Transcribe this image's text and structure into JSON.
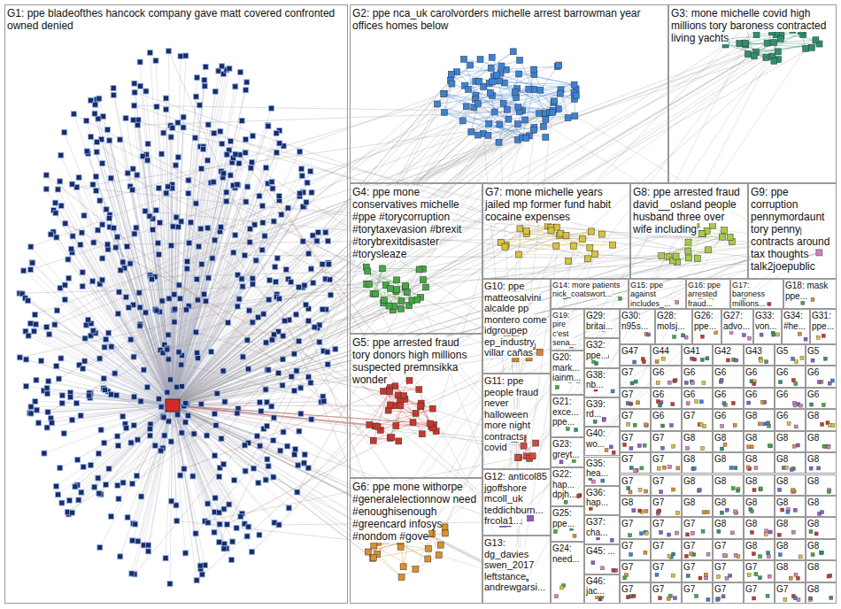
{
  "diagram": {
    "nodes": [
      {
        "text": [
          "G1: ppe bladeofthes hancock company gave matt covered confronted owned denied"
        ]
      },
      {
        "text": [
          "G2: ppe nca_uk carolvorders michelle arrest barrowman year offices homes below"
        ]
      },
      {
        "text": [
          "G3: mone michelle covid high millions tory baroness contracted living yachts"
        ]
      },
      {
        "text": [
          "G4: ppe mone conservatives michelle #ppe #torycorruption #torytaxevasion #brexit #torybrexitdisaster #torysleaze"
        ]
      },
      {
        "text": [
          "G5: ppe arrested fraud tory donors high millions suspected premnsikka wonder"
        ]
      },
      {
        "text": [
          "G6: ppe mone withorpe #generalelectionnow need #enoughisenough #greencard infosys #nondom #gove"
        ]
      },
      {
        "text": [
          "G7: mone michelle years jailed mp former fund habit cocaine expenses"
        ]
      },
      {
        "text": [
          "G8: ppe arrested fraud david__osland people husband three over wife including"
        ]
      },
      {
        "text": [
          "G9: ppe corruption pennymordaunt tory penny contracts around tax thoughts talk2joepublic"
        ]
      },
      {
        "text": [
          "G10: ppe matteosalvini alcalde pp montero come idgroupep ep_industry villar cañas"
        ]
      },
      {
        "text": [
          "G11: ppe people fraud never halloween more night contracts covid"
        ]
      },
      {
        "text": [
          "G12: anticol85 jgoffshore mcoll_uk teddichburn... frcola1..."
        ]
      },
      {
        "text": [
          "G13: dg_davies swen_2017 leftstance andrewgarsi..."
        ]
      },
      {
        "text": [
          "G14: more patients nick_coatswort..."
        ]
      },
      {
        "text": [
          "G15: ppe against includes_..."
        ]
      },
      {
        "text": [
          "G16: ppe arrested fraud..."
        ]
      },
      {
        "text": [
          "G17: baroness millions..."
        ]
      },
      {
        "text": [
          "G18: mask ppe..."
        ]
      },
      {
        "text": [
          "G19: pire c'est sena..."
        ]
      },
      {
        "text": [
          "G20: mark... iainm..."
        ]
      },
      {
        "text": [
          "G21: exce... ppe..."
        ]
      },
      {
        "text": [
          "G23: greyt..."
        ]
      },
      {
        "text": [
          "G22: hap... dpjh..."
        ]
      },
      {
        "text": [
          "G25: ppe..."
        ]
      },
      {
        "text": [
          "G24: need..."
        ]
      },
      {
        "text": [
          "G29: britai..."
        ]
      },
      {
        "text": [
          "G32: ppe..."
        ]
      },
      {
        "text": [
          "G38: nb..."
        ]
      },
      {
        "text": [
          "G39: rd..."
        ]
      },
      {
        "text": [
          "G40: wo..."
        ]
      },
      {
        "text": [
          "G35: hea..."
        ]
      },
      {
        "text": [
          "G36: hap..."
        ]
      },
      {
        "text": [
          "G37: cha..."
        ]
      },
      {
        "text": [
          "G45: ..."
        ]
      },
      {
        "text": [
          "G46: jac..."
        ]
      },
      {
        "text": [
          "G30: n95s..."
        ]
      },
      {
        "text": [
          "G28: molsj..."
        ]
      },
      {
        "text": [
          "G26: ppe..."
        ]
      },
      {
        "text": [
          "G27: advo..."
        ]
      },
      {
        "text": [
          "G33: von..."
        ]
      },
      {
        "text": [
          "G34: #he..."
        ]
      },
      {
        "text": [
          "G31: ppe..."
        ]
      },
      {
        "text": [
          "G47"
        ]
      },
      {
        "text": [
          "G44"
        ]
      },
      {
        "text": [
          "G41"
        ]
      },
      {
        "text": [
          "G42"
        ]
      },
      {
        "text": [
          "G43"
        ]
      },
      {
        "text": [
          "G5"
        ]
      },
      {
        "text": [
          "G5"
        ]
      },
      {
        "text": [
          "G7"
        ]
      },
      {
        "text": [
          "G6"
        ]
      },
      {
        "text": [
          "G6"
        ]
      },
      {
        "text": [
          "G6"
        ]
      },
      {
        "text": [
          "G6"
        ]
      },
      {
        "text": [
          "G6"
        ]
      },
      {
        "text": [
          "G6"
        ]
      },
      {
        "text": [
          "G7"
        ]
      },
      {
        "text": [
          "G6"
        ]
      },
      {
        "text": [
          "G6"
        ]
      },
      {
        "text": [
          "G6"
        ]
      },
      {
        "text": [
          "G6"
        ]
      },
      {
        "text": [
          "G6"
        ]
      },
      {
        "text": [
          "G6"
        ]
      },
      {
        "text": [
          "G7"
        ]
      },
      {
        "text": [
          "G6"
        ]
      },
      {
        "text": [
          "G7"
        ]
      },
      {
        "text": [
          "G6"
        ]
      },
      {
        "text": [
          "G8"
        ]
      },
      {
        "text": [
          "G6"
        ]
      },
      {
        "text": [
          "G8"
        ]
      },
      {
        "text": [
          "G7"
        ]
      },
      {
        "text": [
          "G7"
        ]
      },
      {
        "text": [
          "G8"
        ]
      },
      {
        "text": [
          "G8"
        ]
      },
      {
        "text": [
          "G8"
        ]
      },
      {
        "text": [
          "G8"
        ]
      },
      {
        "text": [
          "G8"
        ]
      },
      {
        "text": [
          "G7"
        ]
      },
      {
        "text": [
          "G7"
        ]
      },
      {
        "text": [
          "G8"
        ]
      },
      {
        "text": [
          "G8"
        ]
      },
      {
        "text": [
          "G8"
        ]
      },
      {
        "text": [
          "G8"
        ]
      },
      {
        "text": [
          "G8"
        ]
      },
      {
        "text": [
          "G7"
        ]
      },
      {
        "text": [
          "G7"
        ]
      },
      {
        "text": [
          "G8"
        ]
      },
      {
        "text": [
          "G8"
        ]
      },
      {
        "text": [
          "G8"
        ]
      },
      {
        "text": [
          "G8"
        ]
      },
      {
        "text": [
          "G8"
        ]
      },
      {
        "text": [
          "G8"
        ]
      },
      {
        "text": [
          "G7"
        ]
      },
      {
        "text": [
          "G8"
        ]
      },
      {
        "text": [
          "G8"
        ]
      },
      {
        "text": [
          "G8"
        ]
      },
      {
        "text": [
          "G8"
        ]
      },
      {
        "text": [
          "G8"
        ]
      },
      {
        "text": [
          "G7"
        ]
      },
      {
        "text": [
          "G7"
        ]
      },
      {
        "text": [
          "G7"
        ]
      },
      {
        "text": [
          "G8"
        ]
      },
      {
        "text": [
          "G8"
        ]
      },
      {
        "text": [
          "G8"
        ]
      },
      {
        "text": [
          "G8"
        ]
      },
      {
        "text": [
          "G7"
        ]
      },
      {
        "text": [
          "G7"
        ]
      },
      {
        "text": [
          "G7"
        ]
      },
      {
        "text": [
          "G7"
        ]
      },
      {
        "text": [
          "G8"
        ]
      },
      {
        "text": [
          "G8"
        ]
      },
      {
        "text": [
          "G8"
        ]
      },
      {
        "text": [
          "G7"
        ]
      },
      {
        "text": [
          "G7"
        ]
      },
      {
        "text": [
          "G7"
        ]
      },
      {
        "text": [
          "G7"
        ]
      },
      {
        "text": [
          "G7"
        ]
      },
      {
        "text": [
          "G8"
        ]
      },
      {
        "text": [
          "G8"
        ]
      },
      {
        "text": [
          "G7"
        ]
      },
      {
        "text": [
          "G7"
        ]
      },
      {
        "text": [
          "G7"
        ]
      },
      {
        "text": [
          "G7"
        ]
      },
      {
        "text": [
          "G7"
        ]
      },
      {
        "text": [
          "G7"
        ]
      },
      {
        "text": [
          "G8"
        ]
      }
    ]
  }
}
